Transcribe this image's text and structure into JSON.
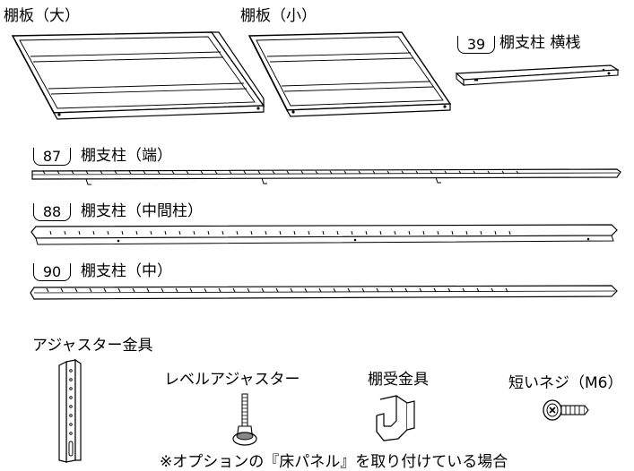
{
  "parts": {
    "shelf_large": {
      "label": "棚板（大）"
    },
    "shelf_small": {
      "label": "棚板（小）"
    },
    "shelf_support_horizontal": {
      "number": "39",
      "label": "棚支柱 横桟"
    },
    "shelf_support_end": {
      "number": "87",
      "label": "棚支柱（端）"
    },
    "shelf_support_middle_pillar": {
      "number": "88",
      "label": "棚支柱（中間柱）"
    },
    "shelf_support_center": {
      "number": "90",
      "label": "棚支柱（中）"
    },
    "adjuster_bracket": {
      "label": "アジャスター金具"
    },
    "level_adjuster": {
      "label": "レベルアジャスター"
    },
    "shelf_receiver": {
      "label": "棚受金具"
    },
    "short_screw": {
      "label": "短いネジ（M6）"
    }
  },
  "note": {
    "text": "※オプションの『床パネル』を取り付けている場合"
  }
}
